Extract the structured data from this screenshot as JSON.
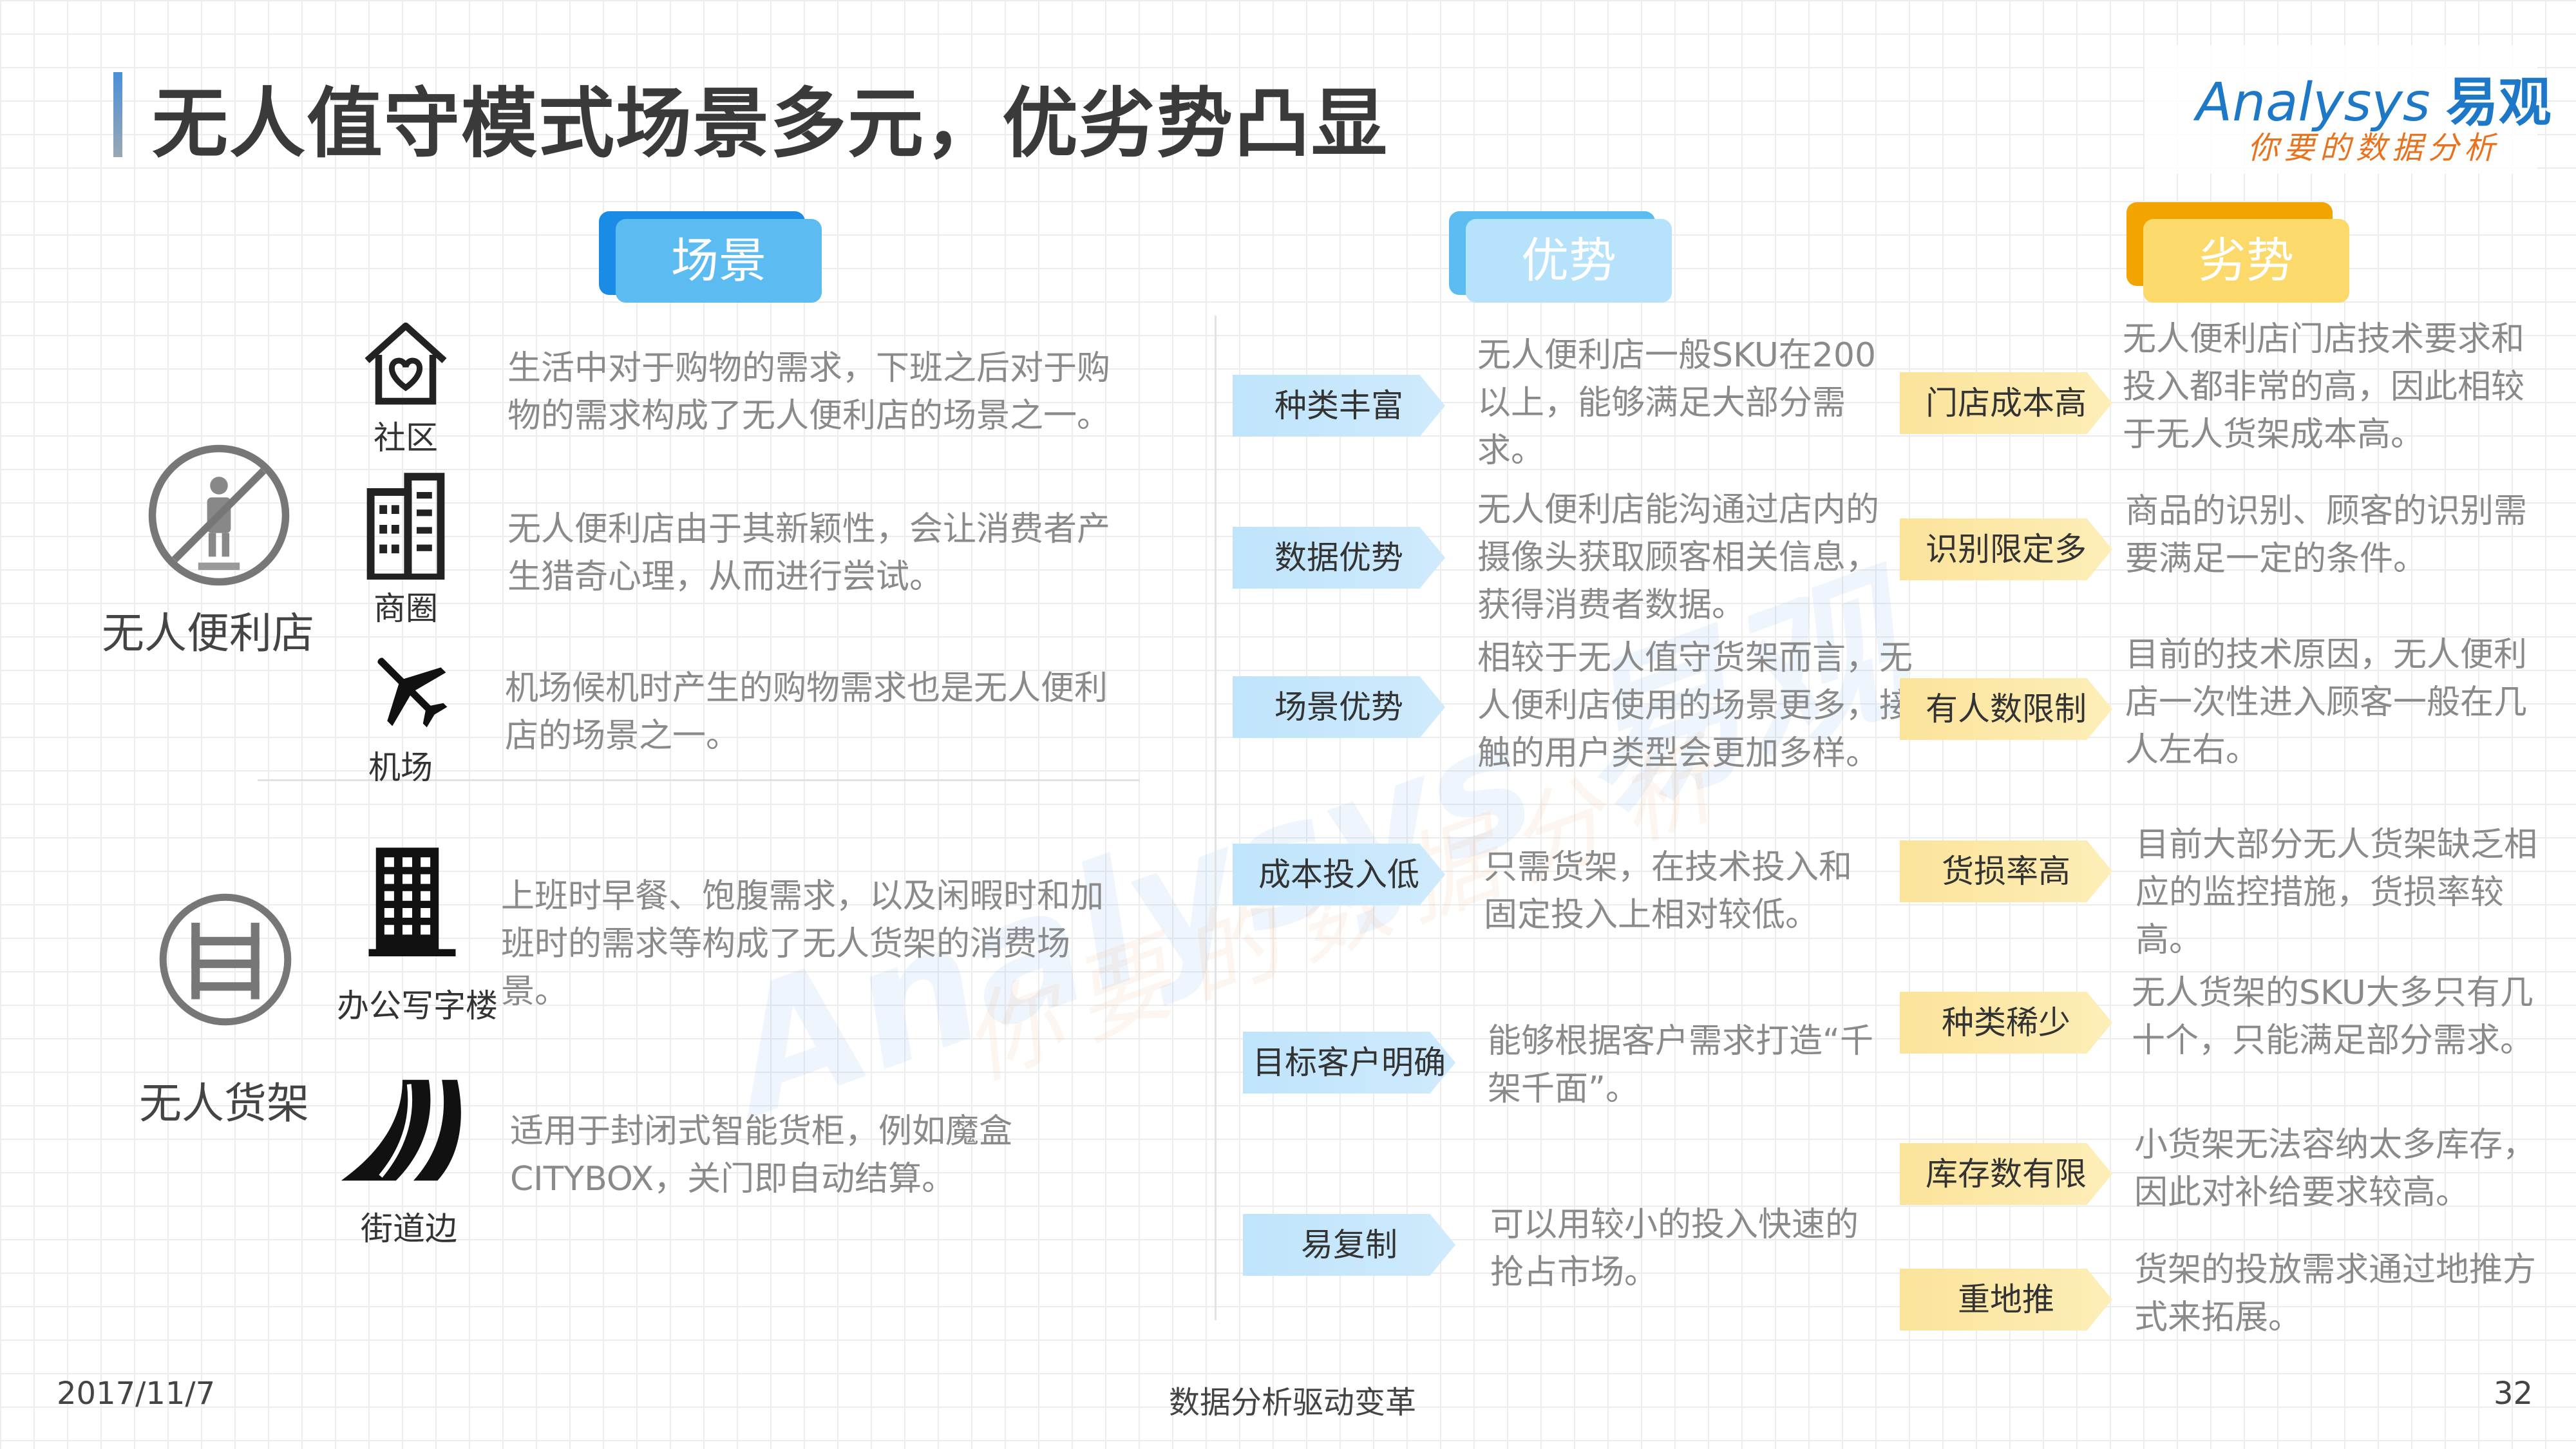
{
  "header": {
    "title": "无人值守模式场景多元，优劣势凸显",
    "logo_brand": "Analysys",
    "logo_cn": "易观",
    "logo_slogan": "你要的数据分析"
  },
  "sections": {
    "scene": "场景",
    "advantage": "优势",
    "disadvantage": "劣势"
  },
  "watermark": {
    "brand": "Analysys 易观",
    "slogan": "你要的数据分析"
  },
  "scenes": {
    "store": {
      "label": "无人便利店",
      "items": [
        {
          "icon": "house-heart-icon",
          "label": "社区",
          "desc": "生活中对于购物的需求，下班之后对于购物的需求构成了无人便利店的场景之一。"
        },
        {
          "icon": "building-icon",
          "label": "商圈",
          "desc": "无人便利店由于其新颖性，会让消费者产生猎奇心理，从而进行尝试。"
        },
        {
          "icon": "airplane-icon",
          "label": "机场",
          "desc": "机场候机时产生的购物需求也是无人便利店的场景之一。"
        }
      ]
    },
    "shelf": {
      "label": "无人货架",
      "items": [
        {
          "icon": "office-building-icon",
          "label": "办公写字楼",
          "desc": "上班时早餐、饱腹需求，以及闲暇时和加班时的需求等构成了无人货架的消费场景。"
        },
        {
          "icon": "road-icon",
          "label": "街道边",
          "desc": "适用于封闭式智能货柜，例如魔盒CITYBOX，关门即自动结算。"
        }
      ]
    }
  },
  "advantages": [
    {
      "tag": "种类丰富",
      "text": "无人便利店一般SKU在200以上，能够满足大部分需求。"
    },
    {
      "tag": "数据优势",
      "text": "无人便利店能沟通过店内的摄像头获取顾客相关信息，获得消费者数据。"
    },
    {
      "tag": "场景优势",
      "text": "相较于无人值守货架而言，无人便利店使用的场景更多，接触的用户类型会更加多样。"
    },
    {
      "tag": "成本投入低",
      "text": "只需货架，在技术投入和固定投入上相对较低。"
    },
    {
      "tag": "目标客户明确",
      "text": "能够根据客户需求打造“千架千面”。"
    },
    {
      "tag": "易复制",
      "text": "可以用较小的投入快速的抢占市场。"
    }
  ],
  "disadvantages": [
    {
      "tag": "门店成本高",
      "text": "无人便利店门店技术要求和投入都非常的高，因此相较于无人货架成本高。"
    },
    {
      "tag": "识别限定多",
      "text": "商品的识别、顾客的识别需要满足一定的条件。"
    },
    {
      "tag": "有人数限制",
      "text": "目前的技术原因，无人便利店一次性进入顾客一般在几人左右。"
    },
    {
      "tag": "货损率高",
      "text": "目前大部分无人货架缺乏相应的监控措施，货损率较高。"
    },
    {
      "tag": "种类稀少",
      "text": "无人货架的SKU大多只有几十个，只能满足部分需求。"
    },
    {
      "tag": "库存数有限",
      "text": "小货架无法容纳太多库存，因此对补给要求较高。"
    },
    {
      "tag": "重地推",
      "text": "货架的投放需求通过地推方式来拓展。"
    }
  ],
  "footer": {
    "date": "2017/11/7",
    "center": "数据分析驱动变革",
    "page": "32"
  }
}
